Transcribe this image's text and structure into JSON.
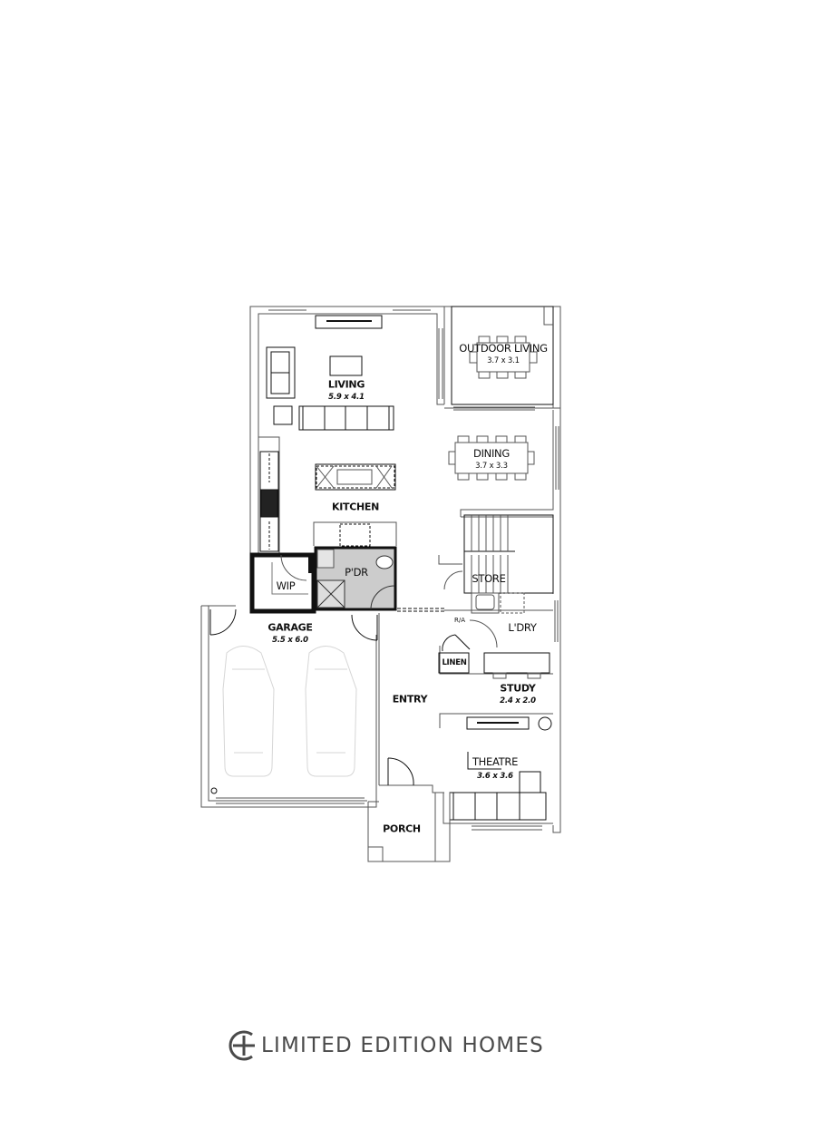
{
  "floor_plan": {
    "rooms": [
      {
        "id": "living",
        "name": "LIVING",
        "dimensions": "5.9 x 4.1"
      },
      {
        "id": "outdoor-living",
        "name": "OUTDOOR LIVING",
        "dimensions": "3.7 x 3.1"
      },
      {
        "id": "dining",
        "name": "DINING",
        "dimensions": "3.7 x 3.3"
      },
      {
        "id": "kitchen",
        "name": "KITCHEN",
        "dimensions": ""
      },
      {
        "id": "wip",
        "name": "WIP",
        "dimensions": ""
      },
      {
        "id": "pdr",
        "name": "P'DR",
        "dimensions": ""
      },
      {
        "id": "store",
        "name": "STORE",
        "dimensions": ""
      },
      {
        "id": "laundry",
        "name": "L'DRY",
        "dimensions": ""
      },
      {
        "id": "garage",
        "name": "GARAGE",
        "dimensions": "5.5 x 6.0"
      },
      {
        "id": "linen",
        "name": "LINEN",
        "dimensions": ""
      },
      {
        "id": "study",
        "name": "STUDY",
        "dimensions": "2.4 x 2.0"
      },
      {
        "id": "entry",
        "name": "ENTRY",
        "dimensions": ""
      },
      {
        "id": "theatre",
        "name": "THEATRE",
        "dimensions": "3.6 x 3.6"
      },
      {
        "id": "porch",
        "name": "PORCH",
        "dimensions": ""
      }
    ],
    "annotations": {
      "ra": "R/A"
    },
    "colors": {
      "wall": "#111111",
      "thin_line": "#555555",
      "pdr_fill": "#cccccc",
      "car_outline": "#d6d6d6"
    }
  },
  "brand": {
    "name": "LIMITED EDITION HOMES",
    "color": "#4a4a4a"
  }
}
